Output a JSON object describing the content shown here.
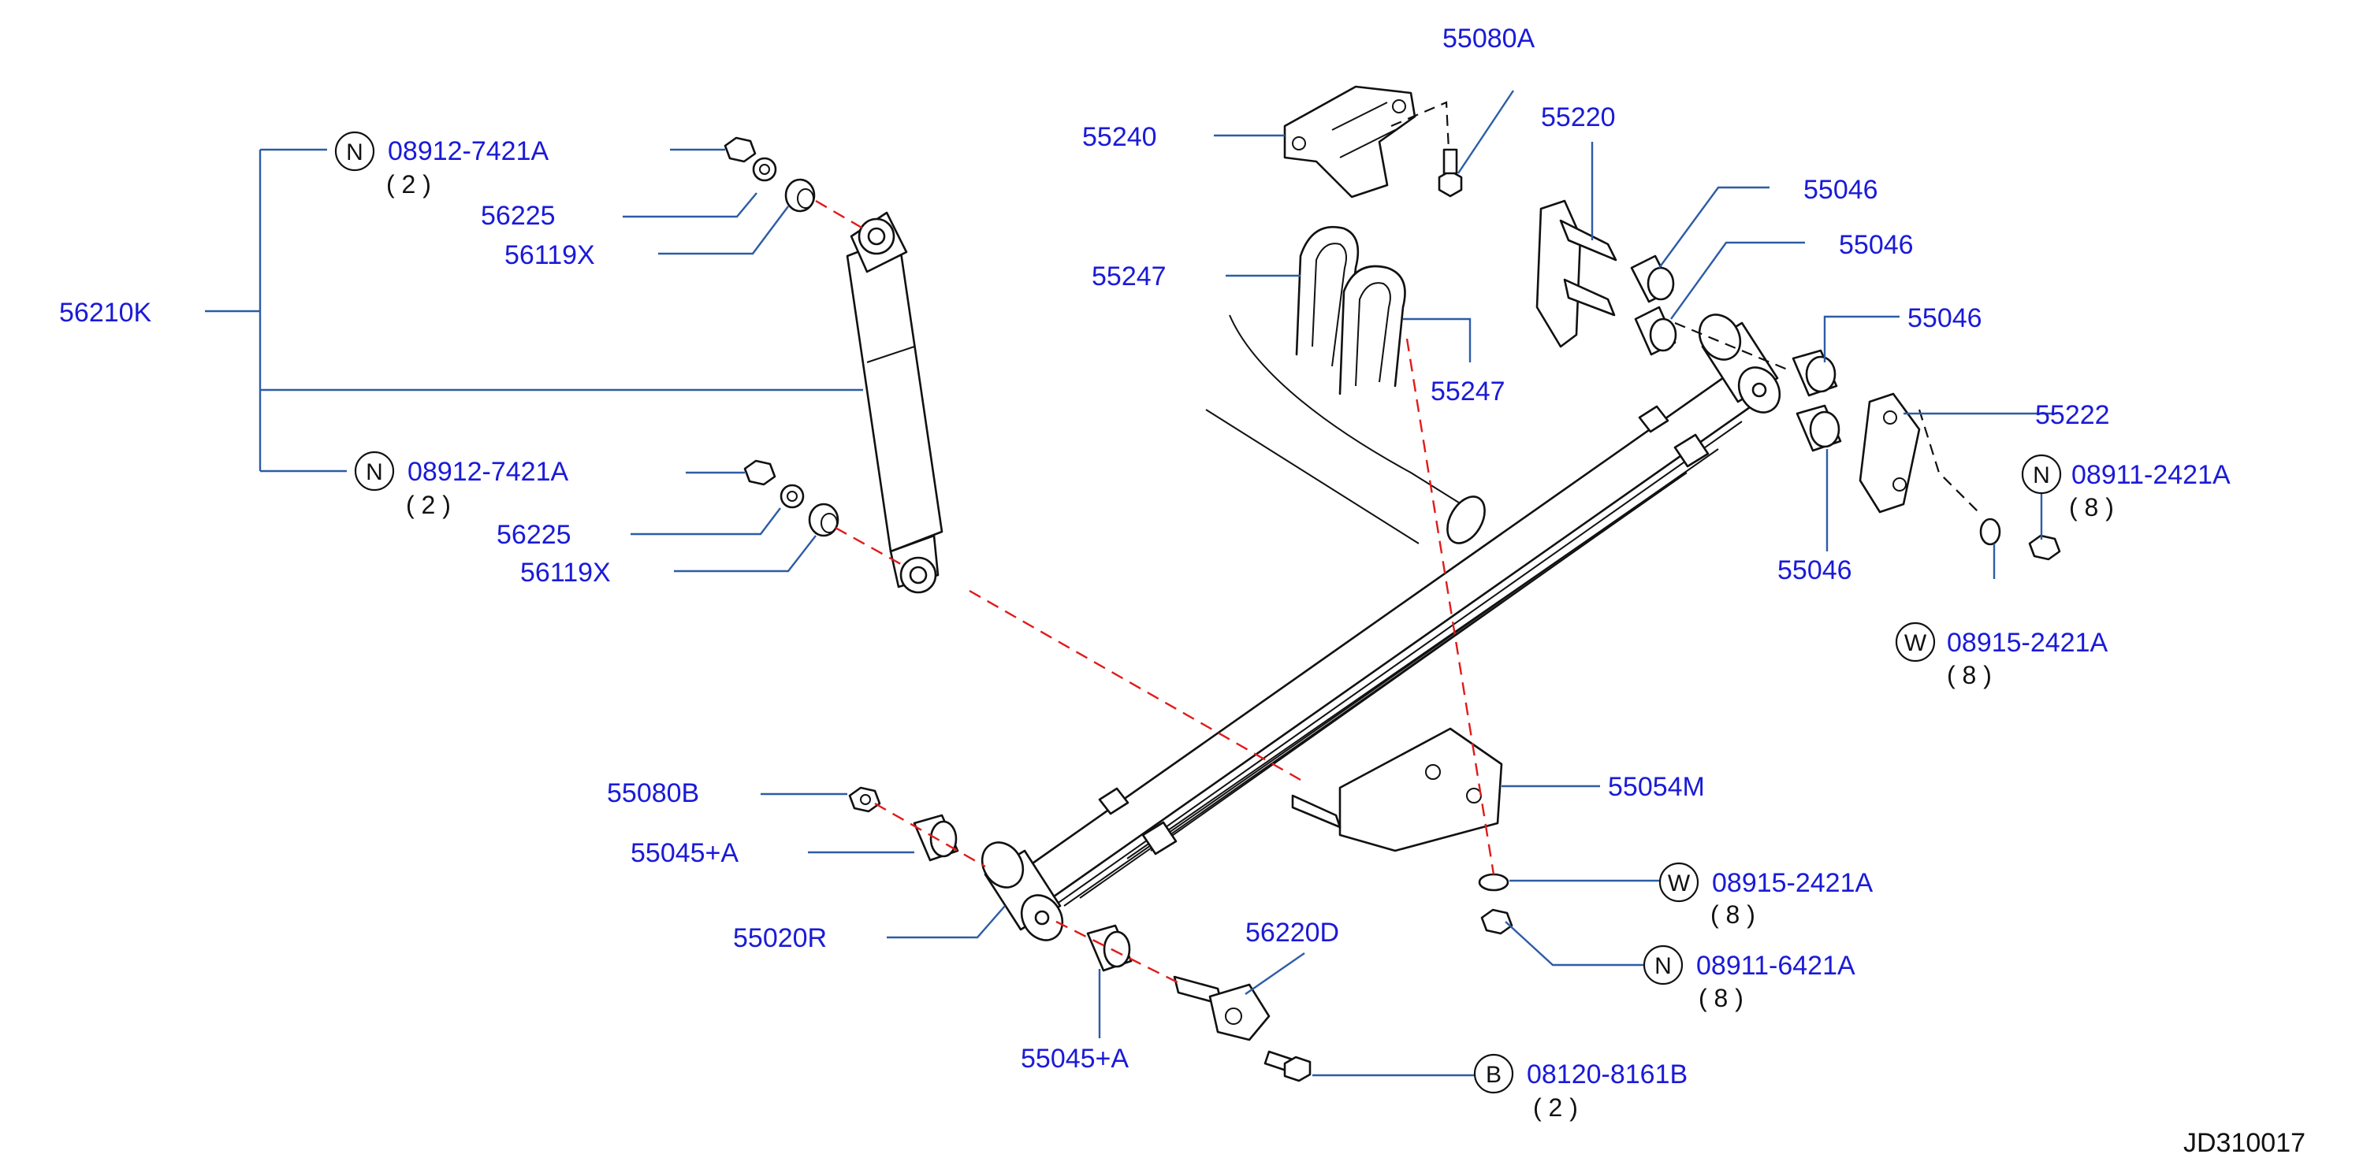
{
  "diagram": {
    "reference_code": "JD310017",
    "labels": {
      "shock_absorber": "56210K",
      "upper_nut": "08912-7421A",
      "upper_nut_qty": "( 2 )",
      "upper_washer": "56225",
      "upper_bushing": "56119X",
      "lower_nut": "08912-7421A",
      "lower_nut_qty": "( 2 )",
      "lower_washer": "56225",
      "lower_bushing": "56119X",
      "bracket_bolt": "55080A",
      "bracket": "55240",
      "u_bolt_left": "55247",
      "u_bolt_right": "55247",
      "front_hanger": "55220",
      "bushing_a": "55046",
      "bushing_b": "55046",
      "bushing_c": "55046",
      "bushing_d": "55046",
      "shackle_plate": "55222",
      "shackle_nut": "08911-2421A",
      "shackle_nut_qty": "( 8 )",
      "shackle_washer": "08915-2421A",
      "shackle_washer_qty": "( 8 )",
      "spring_seat": "55054M",
      "seat_washer": "08915-2421A",
      "seat_washer_qty": "( 8 )",
      "seat_nut": "08911-6421A",
      "seat_nut_qty": "( 8 )",
      "rear_nut": "55080B",
      "rear_bushing_outer": "55045+A",
      "leaf_spring": "55020R",
      "rear_bushing_inner": "55045+A",
      "rear_shackle": "56220D",
      "rear_bolt": "08120-8161B",
      "rear_bolt_qty": "( 2 )"
    },
    "symbols": {
      "nut": "N",
      "washer": "W",
      "bolt": "B"
    }
  }
}
